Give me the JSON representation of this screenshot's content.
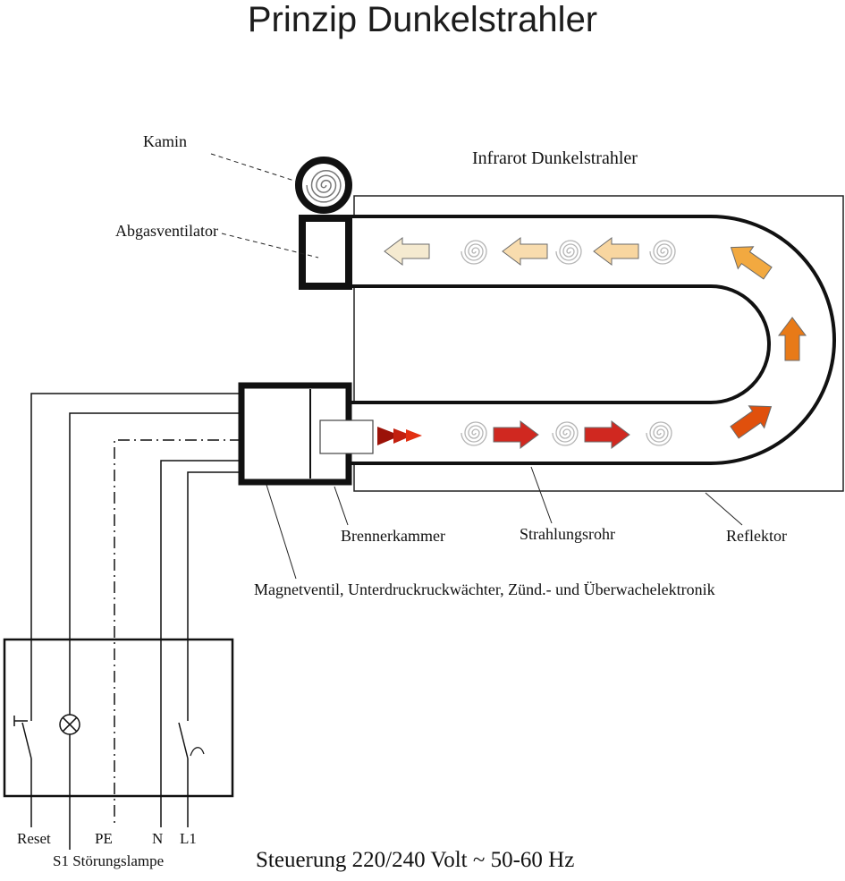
{
  "title": "Prinzip Dunkelstrahler",
  "labels": {
    "kamin": "Kamin",
    "infrarot": "Infrarot Dunkelstrahler",
    "abgasventilator": "Abgasventilator",
    "brennerkammer": "Brennerkammer",
    "strahlungsrohr": "Strahlungsrohr",
    "reflektor": "Reflektor",
    "magnetventil": "Magnetventil, Unterdruckruckwächter, Zünd.- und Überwachelektronik",
    "reset": "Reset",
    "pe": "PE",
    "n": "N",
    "l1": "L1",
    "s1": "S1 Störungslampe",
    "steuerung": "Steuerung  220/240 Volt ~  50-60 Hz"
  },
  "colors": {
    "line": "#111111",
    "swirl": "#b5b5b5",
    "arrow_pale": "#f5ead0",
    "arrow_cream": "#f8dcae",
    "arrow_light": "#f8d6a0",
    "arrow_orange": "#f2a940",
    "arrow_deep_orange": "#e87a18",
    "arrow_red_orange": "#e0500d",
    "arrow_red": "#d02820",
    "flame_dark": "#9b1208",
    "flame_mid": "#c3200f",
    "flame_bright": "#e23012"
  }
}
